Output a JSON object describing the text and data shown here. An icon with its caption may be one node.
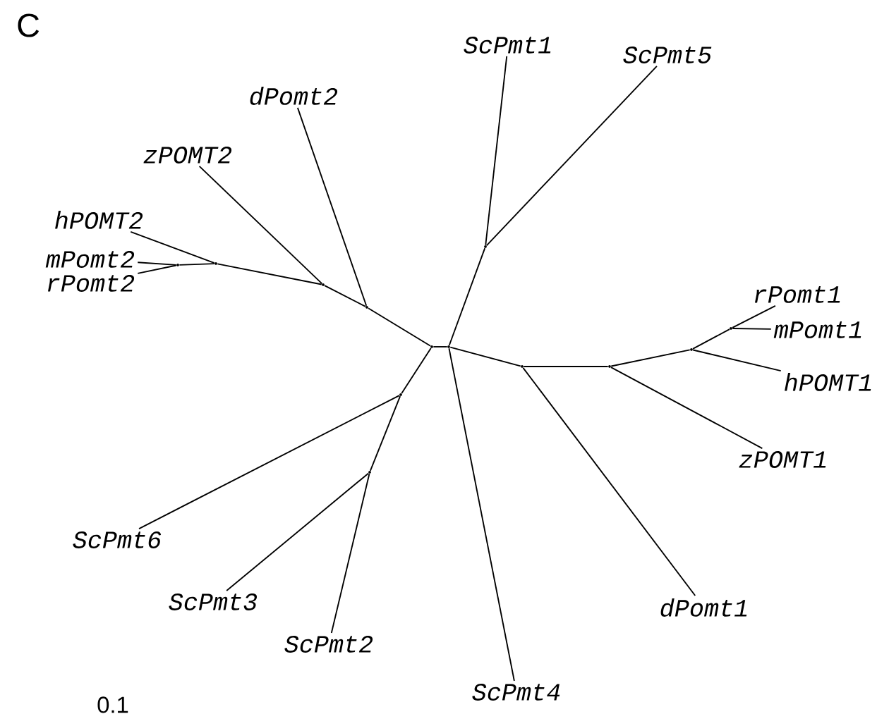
{
  "diagram": {
    "nodes": [
      {
        "text": [
          "hPOMT2"
        ]
      },
      {
        "text": [
          "mPomt2"
        ]
      },
      {
        "text": [
          "rPomt2"
        ]
      },
      {
        "text": [
          "zPOMT2"
        ]
      },
      {
        "text": [
          "dPomt2"
        ]
      },
      {
        "text": [
          "ScPmt1"
        ]
      },
      {
        "text": [
          "ScPmt5"
        ]
      },
      {
        "text": [
          "rPomt1"
        ]
      },
      {
        "text": [
          "mPomt1"
        ]
      },
      {
        "text": [
          "hPOMT1"
        ]
      },
      {
        "text": [
          "zPOMT1"
        ]
      },
      {
        "text": [
          "dPomt1"
        ]
      },
      {
        "text": [
          "ScPmt4"
        ]
      },
      {
        "text": [
          "ScPmt2"
        ]
      },
      {
        "text": [
          "ScPmt3"
        ]
      },
      {
        "text": [
          "ScPmt6"
        ]
      },
      {
        "text": [],
        "shape": "point"
      },
      {
        "text": [],
        "shape": "point"
      },
      {
        "text": [],
        "shape": "point"
      },
      {
        "text": [],
        "shape": "point"
      },
      {
        "text": [],
        "shape": "point"
      },
      {
        "text": [],
        "shape": "point"
      },
      {
        "text": [],
        "shape": "point"
      },
      {
        "text": [],
        "shape": "point"
      },
      {
        "text": [],
        "shape": "point"
      },
      {
        "text": [],
        "shape": "point"
      },
      {
        "text": [],
        "shape": "point"
      },
      {
        "text": [],
        "shape": "point"
      },
      {
        "text": [],
        "shape": "point"
      }
    ],
    "edges": [
      {
        "from": 17,
        "to": 1,
        "arrow": "none"
      },
      {
        "from": 17,
        "to": 2,
        "arrow": "none"
      },
      {
        "from": 16,
        "to": 17,
        "arrow": "none"
      },
      {
        "from": 16,
        "to": 0,
        "arrow": "none"
      },
      {
        "from": 18,
        "to": 16,
        "arrow": "none"
      },
      {
        "from": 18,
        "to": 3,
        "arrow": "none"
      },
      {
        "from": 19,
        "to": 18,
        "arrow": "none"
      },
      {
        "from": 19,
        "to": 4,
        "arrow": "none"
      },
      {
        "from": 20,
        "to": 19,
        "arrow": "none"
      },
      {
        "from": 20,
        "to": 21,
        "arrow": "none"
      },
      {
        "from": 21,
        "to": 22,
        "arrow": "none"
      },
      {
        "from": 22,
        "to": 5,
        "arrow": "none"
      },
      {
        "from": 22,
        "to": 6,
        "arrow": "none"
      },
      {
        "from": 21,
        "to": 12,
        "arrow": "none"
      },
      {
        "from": 21,
        "to": 23,
        "arrow": "none"
      },
      {
        "from": 23,
        "to": 11,
        "arrow": "none"
      },
      {
        "from": 23,
        "to": 24,
        "arrow": "none"
      },
      {
        "from": 24,
        "to": 10,
        "arrow": "none"
      },
      {
        "from": 24,
        "to": 25,
        "arrow": "none"
      },
      {
        "from": 25,
        "to": 9,
        "arrow": "none"
      },
      {
        "from": 25,
        "to": 26,
        "arrow": "none"
      },
      {
        "from": 26,
        "to": 7,
        "arrow": "none"
      },
      {
        "from": 26,
        "to": 8,
        "arrow": "none"
      },
      {
        "from": 20,
        "to": 27,
        "arrow": "none"
      },
      {
        "from": 27,
        "to": 15,
        "arrow": "none"
      },
      {
        "from": 27,
        "to": 28,
        "arrow": "none"
      },
      {
        "from": 28,
        "to": 14,
        "arrow": "none"
      },
      {
        "from": 28,
        "to": 13,
        "arrow": "none"
      }
    ],
    "labels": [
      "C",
      "0.1"
    ]
  }
}
